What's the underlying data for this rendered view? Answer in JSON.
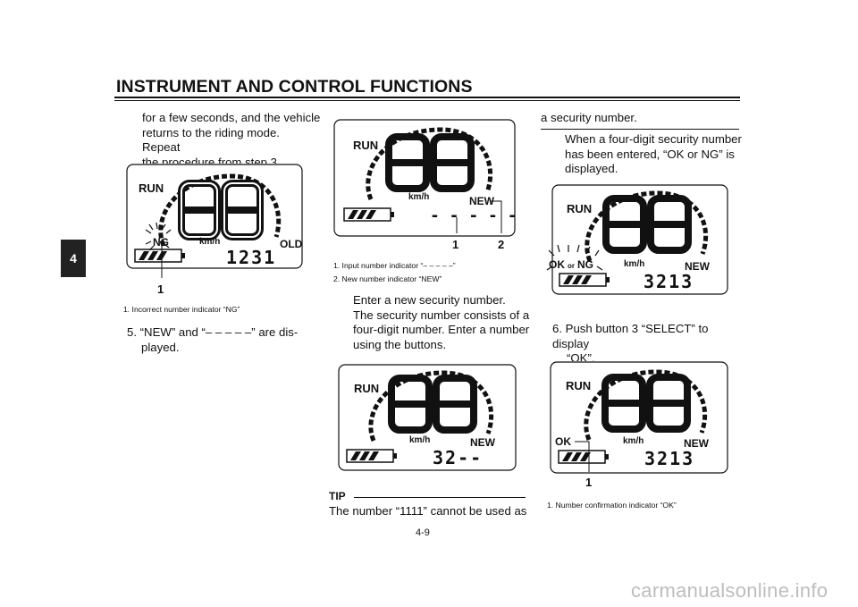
{
  "header": {
    "title": "INSTRUMENT AND CONTROL FUNCTIONS"
  },
  "chapter_tab": "4",
  "page_number": "4-9",
  "footer_url": "carmanualsonline.info",
  "col1": {
    "para1": [
      "for a few seconds, and the vehicle",
      "returns to the riding mode. Repeat",
      "the procedure from step 3."
    ],
    "fig": {
      "run": "RUN",
      "ng": "NG",
      "kmh": "km/h",
      "old": "OLD",
      "number": "1231",
      "callout": "1"
    },
    "caption": "1.  Incorrect number indicator “NG”",
    "step5": [
      "5. “NEW” and “– – – – –” are dis-",
      "played."
    ]
  },
  "col2": {
    "fig1": {
      "run": "RUN",
      "kmh": "km/h",
      "new": "NEW",
      "dashes": "- - - - -",
      "callout1": "1",
      "callout2": "2"
    },
    "captions": [
      "1.  Input number indicator “– – – – –”",
      "2.  New number indicator “NEW”"
    ],
    "para": [
      "Enter a new security number.",
      "The security number consists of a",
      "four-digit number. Enter a number",
      "using the buttons."
    ],
    "fig2": {
      "run": "RUN",
      "kmh": "km/h",
      "new": "NEW",
      "number": "32--"
    },
    "tip_label": "TIP",
    "tip_text": "The number “1111” cannot be used as"
  },
  "col3": {
    "line1": "a security number.",
    "para": [
      "When a four-digit security number",
      "has been entered, “OK or NG” is",
      "displayed."
    ],
    "fig1": {
      "run": "RUN",
      "ok": "OK",
      "or": "or",
      "ng": "NG",
      "kmh": "km/h",
      "new": "NEW",
      "number": "3213"
    },
    "step6": [
      "6. Push button 3 “SELECT” to display",
      "“OK”."
    ],
    "fig2": {
      "run": "RUN",
      "ok": "OK",
      "kmh": "km/h",
      "new": "NEW",
      "number": "3213",
      "callout": "1"
    },
    "caption": "1.  Number confirmation indicator “OK”"
  }
}
